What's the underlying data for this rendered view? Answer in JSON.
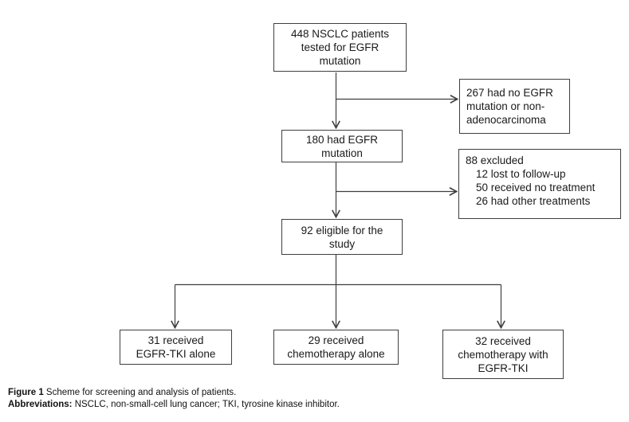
{
  "flowchart": {
    "boxes": {
      "tested": {
        "lines": [
          "448 NSCLC patients",
          "tested for EGFR",
          "mutation"
        ]
      },
      "no_mutation": {
        "lines": [
          "267 had no EGFR",
          "mutation or non-",
          "adenocarcinoma"
        ]
      },
      "egfr_mutation": {
        "lines": [
          "180 had EGFR",
          "mutation"
        ]
      },
      "excluded": {
        "title": "88 excluded",
        "items": [
          "12 lost to follow-up",
          "50 received no treatment",
          "26 had other treatments"
        ]
      },
      "eligible": {
        "lines": [
          "92 eligible for the",
          "study"
        ]
      },
      "tki_alone": {
        "lines": [
          "31 received",
          "EGFR-TKI alone"
        ]
      },
      "chemo_alone": {
        "lines": [
          "29 received",
          "chemotherapy alone"
        ]
      },
      "chemo_tki": {
        "lines": [
          "32 received",
          "chemotherapy with",
          "EGFR-TKI"
        ]
      }
    }
  },
  "caption": {
    "figure_label": "Figure 1",
    "figure_text": " Scheme for screening and analysis of patients.",
    "abbrev_label": "Abbreviations:",
    "abbrev_text": " NSCLC, non-small-cell lung cancer; TKI, tyrosine kinase inhibitor."
  },
  "colors": {
    "line": "#3f3f3f",
    "text": "#1a1a1a",
    "background": "#ffffff"
  }
}
